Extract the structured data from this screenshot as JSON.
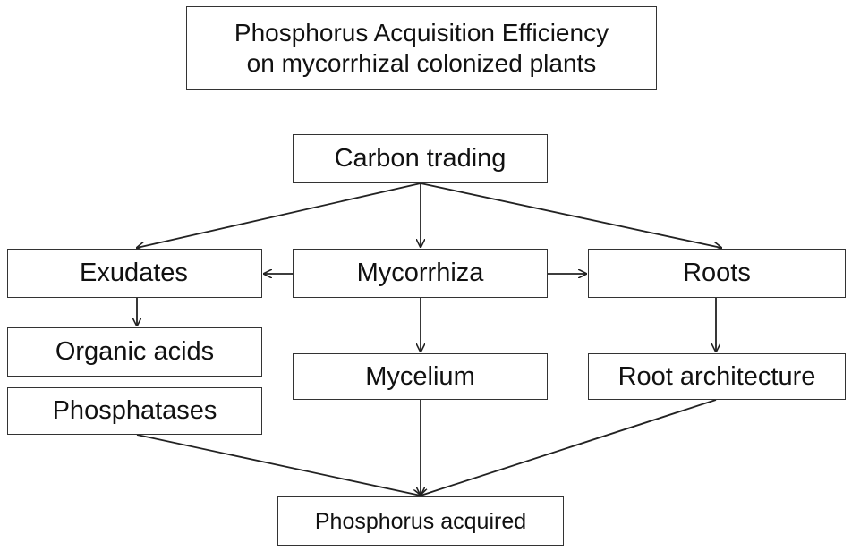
{
  "title": {
    "line1": "Phosphorus Acquisition Efficiency",
    "line2": "on mycorrhizal colonized plants"
  },
  "nodes": {
    "carbon_trading": "Carbon trading",
    "exudates": "Exudates",
    "mycorrhiza": "Mycorrhiza",
    "roots": "Roots",
    "organic_acids": "Organic acids",
    "phosphatases": "Phosphatases",
    "mycelium": "Mycelium",
    "root_architecture": "Root architecture",
    "phosphorus_acquired": "Phosphorus acquired"
  }
}
